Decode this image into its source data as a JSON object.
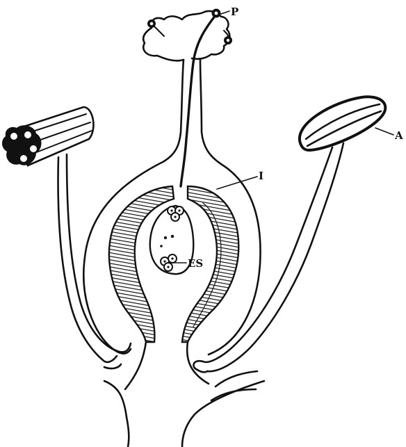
{
  "labels": {
    "pollen": "P",
    "anther": "A",
    "integument": "I",
    "embryo_sac": "ES"
  },
  "colors": {
    "ink": "#111111",
    "paper": "#ffffff"
  }
}
